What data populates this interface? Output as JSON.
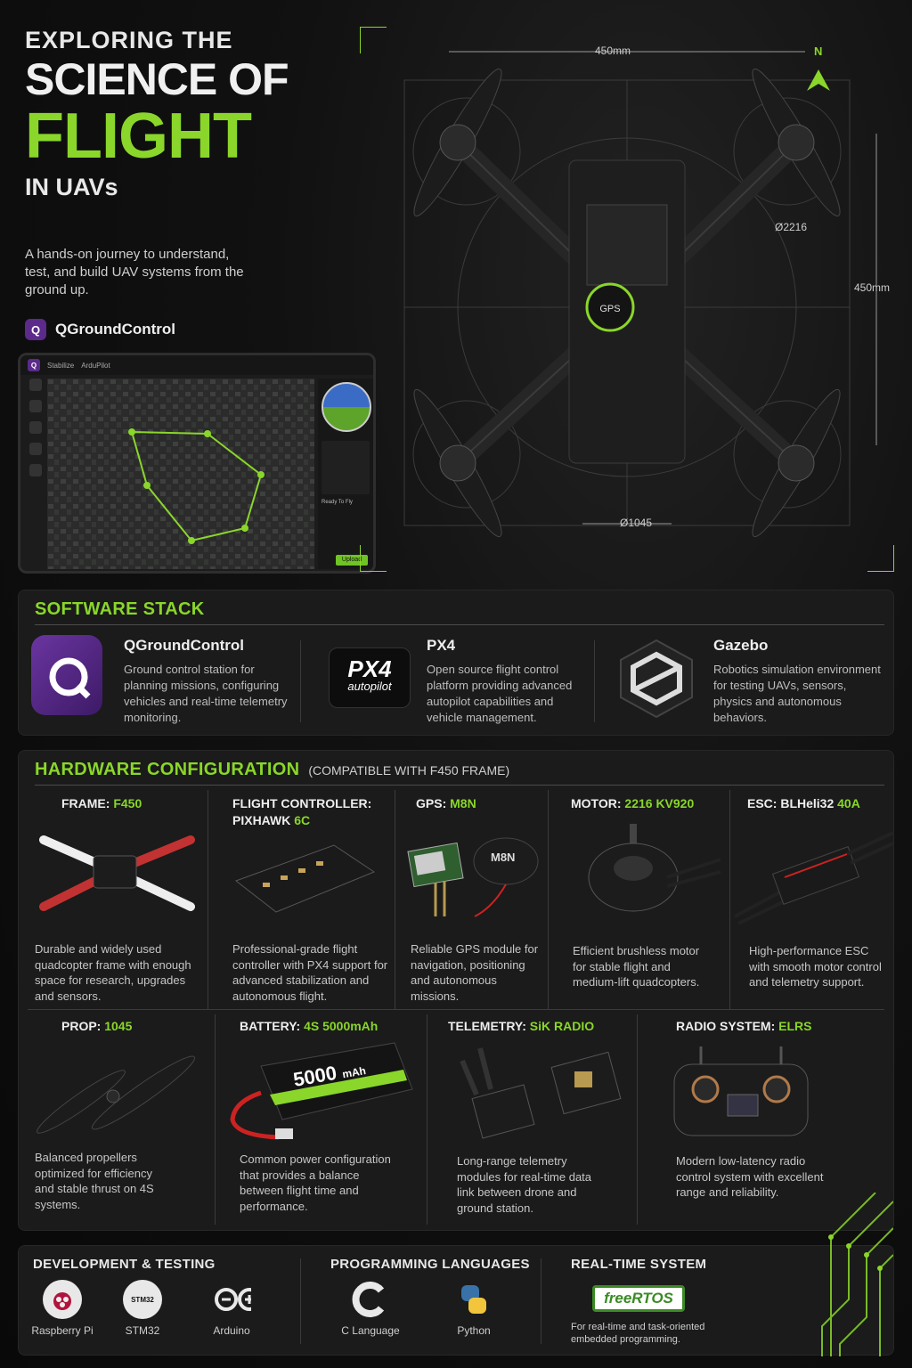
{
  "hero": {
    "line1": "EXPLORING THE",
    "line2": "SCIENCE OF",
    "line3": "FLIGHT",
    "line4": "IN UAVs",
    "tagline": "A hands-on journey to understand, test, and build UAV systems from the ground up.",
    "brand": "QGroundControl"
  },
  "tablet": {
    "tab1": "Stabilize",
    "tab2": "ArduPilot",
    "upload_label": "Upload",
    "mission_label": "Ready To Fly"
  },
  "blueprint": {
    "dim_top": "450mm",
    "dim_right": "450mm",
    "motor_dim": "Ø2216",
    "prop_dim": "Ø1045",
    "north": "N",
    "gps_label": "GPS"
  },
  "software": {
    "title": "SOFTWARE STACK",
    "items": [
      {
        "name": "QGroundControl",
        "desc": "Ground control station for planning missions, configuring vehicles and real-time telemetry monitoring."
      },
      {
        "name": "PX4",
        "desc": "Open source flight control platform providing advanced autopilot capabilities and vehicle management."
      },
      {
        "name": "Gazebo",
        "desc": "Robotics simulation environment for testing UAVs, sensors, physics and autonomous behaviors."
      }
    ],
    "px4_logo_top": "PX4",
    "px4_logo_bottom": "autopilot"
  },
  "hardware": {
    "title": "HARDWARE CONFIGURATION",
    "subtitle": "(COMPATIBLE WITH F450 FRAME)",
    "items": [
      {
        "label": "FRAME: ",
        "value": "F450",
        "desc": "Durable and widely used quadcopter frame with enough space for research, upgrades and sensors."
      },
      {
        "label": "FLIGHT CONTROLLER: PIXHAWK ",
        "value": "6C",
        "desc": "Professional-grade flight controller with PX4 support for advanced stabilization and autonomous flight."
      },
      {
        "label": "GPS: ",
        "value": "M8N",
        "desc": "Reliable GPS module for navigation, positioning and autonomous missions."
      },
      {
        "label": "MOTOR: ",
        "value": "2216 KV920",
        "desc": "Efficient brushless motor for stable flight and medium-lift quadcopters."
      },
      {
        "label": "ESC: BLHeli32 ",
        "value": "40A",
        "desc": "High-performance ESC with smooth motor control and telemetry support."
      },
      {
        "label": "PROP: ",
        "value": "1045",
        "desc": "Balanced propellers optimized for efficiency and stable thrust on 4S systems."
      },
      {
        "label": "BATTERY: ",
        "value": "4S 5000mAh",
        "desc": "Common power configuration that provides a balance between flight time and performance."
      },
      {
        "label": "TELEMETRY: ",
        "value": "SiK RADIO",
        "desc": "Long-range telemetry modules for real-time data link between drone and ground station."
      },
      {
        "label": "RADIO SYSTEM: ",
        "value": "ELRS",
        "desc": "Modern low-latency radio control system with excellent range and reliability."
      }
    ],
    "gps_puck_text": "M8N",
    "battery_text": "5000",
    "battery_unit": "mAh"
  },
  "footer": {
    "dev_title": "DEVELOPMENT & TESTING",
    "dev_items": [
      "Raspberry Pi",
      "STM32",
      "Arduino"
    ],
    "lang_title": "PROGRAMMING LANGUAGES",
    "lang_items": [
      "C Language",
      "Python"
    ],
    "rt_title": "REAL-TIME SYSTEM",
    "rt_logo": "freeRTOS",
    "rt_desc": "For real-time and task-oriented embedded programming.",
    "stm_chip": "STM32"
  },
  "colors": {
    "accent": "#8ad62a",
    "qgc_purple": "#5b2a8a",
    "background": "#0b0c0b"
  }
}
